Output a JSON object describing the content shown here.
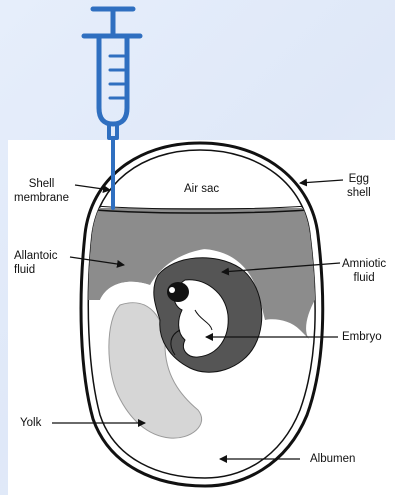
{
  "colors": {
    "syringe": "#2f6fc0",
    "allantoic": "#8c8c8c",
    "amniotic": "#555555",
    "yolk": "#d6d6d6",
    "background": "#e4ecfa"
  },
  "icons": {
    "syringe": "syringe-icon"
  },
  "labels": {
    "shell_membrane_1": "Shell",
    "shell_membrane_2": "membrane",
    "air_sac": "Air sac",
    "egg_shell_1": "Egg",
    "egg_shell_2": "shell",
    "allantoic_fluid_1": "Allantoic",
    "allantoic_fluid_2": "fluid",
    "amniotic_fluid_1": "Amniotic",
    "amniotic_fluid_2": "fluid",
    "embryo": "Embryo",
    "yolk": "Yolk",
    "albumen": "Albumen"
  }
}
